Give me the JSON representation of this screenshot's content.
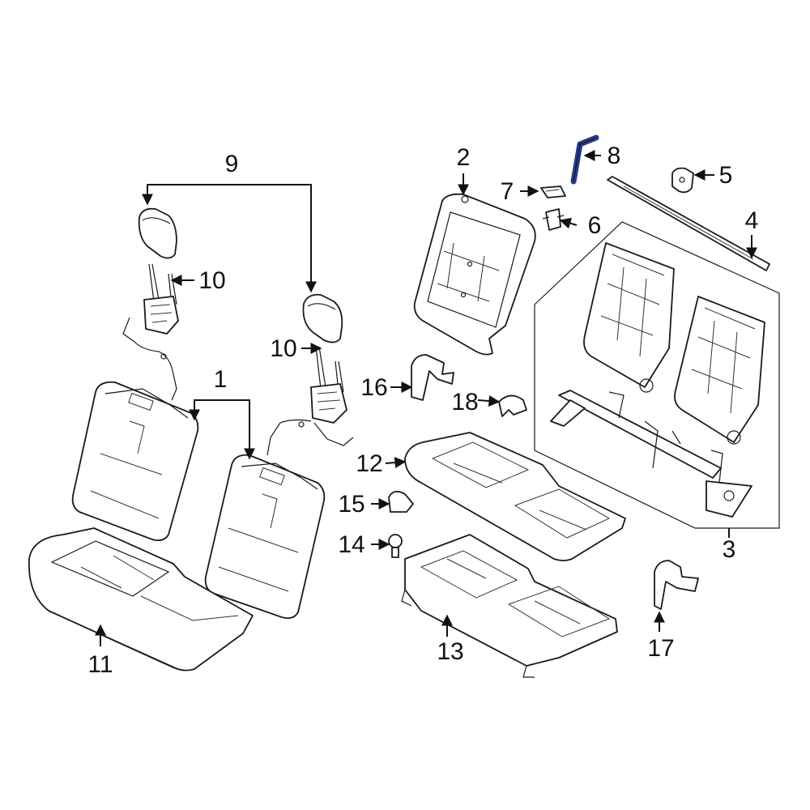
{
  "callouts": {
    "c1": "1",
    "c2": "2",
    "c3": "3",
    "c4": "4",
    "c5": "5",
    "c6": "6",
    "c7": "7",
    "c8": "8",
    "c9": "9",
    "c10a": "10",
    "c10b": "10",
    "c11": "11",
    "c12": "12",
    "c13": "13",
    "c14": "14",
    "c15": "15",
    "c16": "16",
    "c17": "17",
    "c18": "18"
  },
  "colors": {
    "highlight_part": "#2a3a8c",
    "line": "#1a1a1a",
    "background": "#ffffff"
  }
}
